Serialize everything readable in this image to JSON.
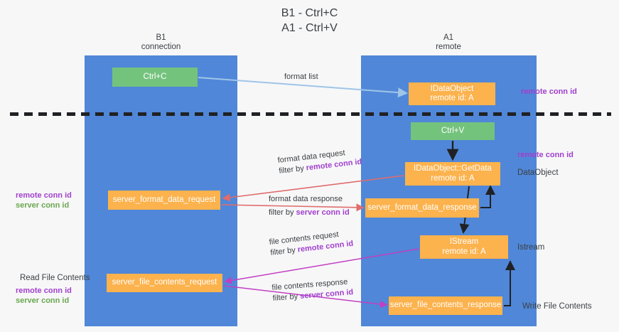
{
  "title": "B1 - Ctrl+C\nA1 - Ctrl+V",
  "lanes": {
    "left": {
      "header": "B1\nconnection",
      "color": "#5087d8"
    },
    "right": {
      "header": "A1\nremote",
      "color": "#5087d8"
    }
  },
  "colors": {
    "lane": "#5087d8",
    "green_box": "#74c37d",
    "orange_box": "#fcb24d",
    "conn_purple": "#a13fcd",
    "conn_green": "#6aa84f",
    "divider": "#202124",
    "arrow_blue": "#9fc5e8",
    "arrow_black": "#202124",
    "arrow_red": "#e06c6c",
    "arrow_magenta": "#c23fc2"
  },
  "boxes": {
    "ctrl_c": "Ctrl+C",
    "idataobject": "IDataObject\nremote id: A",
    "ctrl_v": "Ctrl+V",
    "getdata": "IDataObject::GetData\nremote id: A",
    "server_format_data_request": "server_format_data_request",
    "server_format_data_response": "server_format_data_response",
    "istream": "IStream\nremote id: A",
    "server_file_contents_request": "server_file_contents_request",
    "server_file_contents_response": "server_file_contents_response"
  },
  "flows": {
    "format_list": {
      "line1": "format list",
      "line2": "",
      "filter_prefix": "",
      "filter_key": ""
    },
    "format_data_request": {
      "line1": "format data request",
      "filter_prefix": "filter by ",
      "filter_key": "remote conn id"
    },
    "format_data_response": {
      "line1": "format data response",
      "filter_prefix": "filter by ",
      "filter_key": "server conn id"
    },
    "file_contents_request": {
      "line1": "file contents request",
      "filter_prefix": "filter by ",
      "filter_key": "remote conn id"
    },
    "file_contents_response": {
      "line1": "file contents response",
      "filter_prefix": "filter by ",
      "filter_key": "server conn id"
    }
  },
  "annotations": {
    "remote_conn_id_top": "remote conn id",
    "remote_conn_id_mid": "remote conn id",
    "dataobject": "DataObject",
    "istream": "Istream",
    "write_file_contents": "Write File Contents",
    "read_file_contents": "Read File Contents",
    "left_remote_conn_id_1": "remote conn id",
    "left_server_conn_id_1": "server conn id",
    "left_remote_conn_id_2": "remote conn id",
    "left_server_conn_id_2": "server conn id"
  }
}
